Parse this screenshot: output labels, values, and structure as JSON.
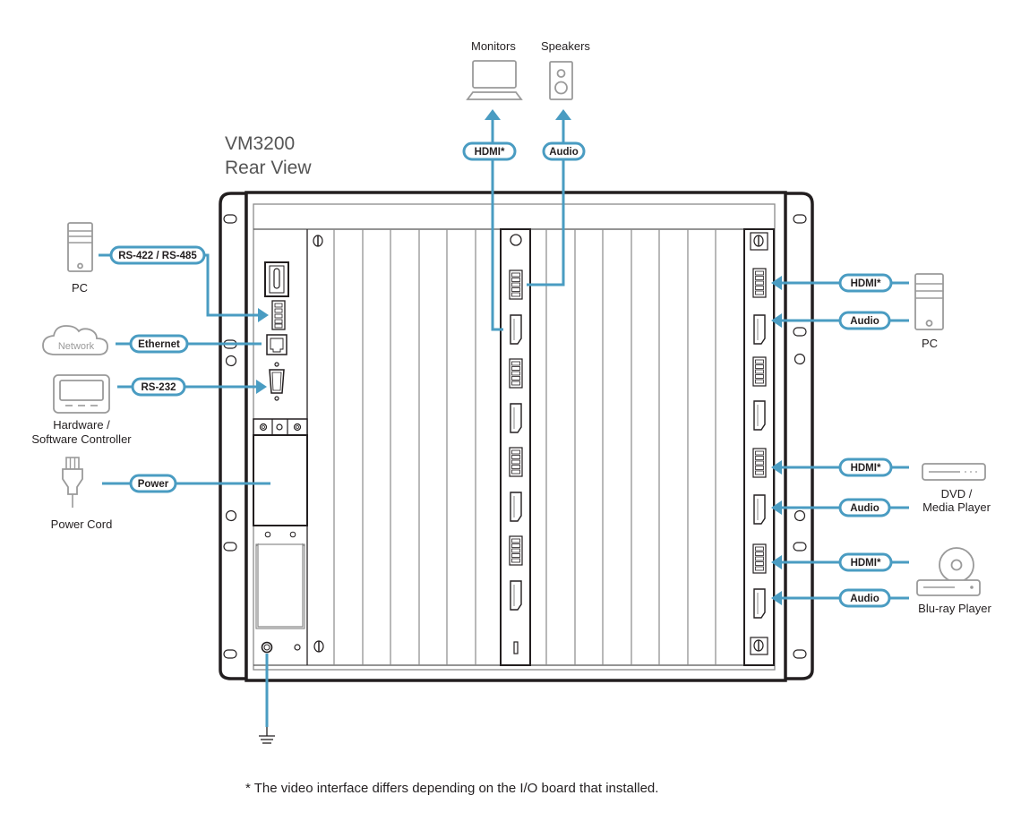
{
  "title": {
    "line1": "VM3200",
    "line2": "Rear View"
  },
  "top_devices": {
    "monitors": "Monitors",
    "speakers": "Speakers"
  },
  "top_links": {
    "hdmi": "HDMI*",
    "audio": "Audio"
  },
  "left_devices": {
    "pc": "PC",
    "network": "Network",
    "controller_line1": "Hardware /",
    "controller_line2": "Software Controller",
    "power_cord": "Power Cord"
  },
  "left_links": {
    "rs422": "RS-422 / RS-485",
    "ethernet": "Ethernet",
    "rs232": "RS-232",
    "power": "Power"
  },
  "right_devices": {
    "pc": "PC",
    "dvd_line1": "DVD /",
    "dvd_line2": "Media Player",
    "bluray": "Blu-ray Player"
  },
  "right_links": [
    {
      "label": "HDMI*"
    },
    {
      "label": "Audio"
    },
    {
      "label": "HDMI*"
    },
    {
      "label": "Audio"
    },
    {
      "label": "HDMI*"
    },
    {
      "label": "Audio"
    }
  ],
  "footnote": "* The video interface differs depending on the I/O board that installed.",
  "colors": {
    "wire": "#4a9cc2",
    "frame": "#231f20",
    "device": "#9a9a9a"
  }
}
